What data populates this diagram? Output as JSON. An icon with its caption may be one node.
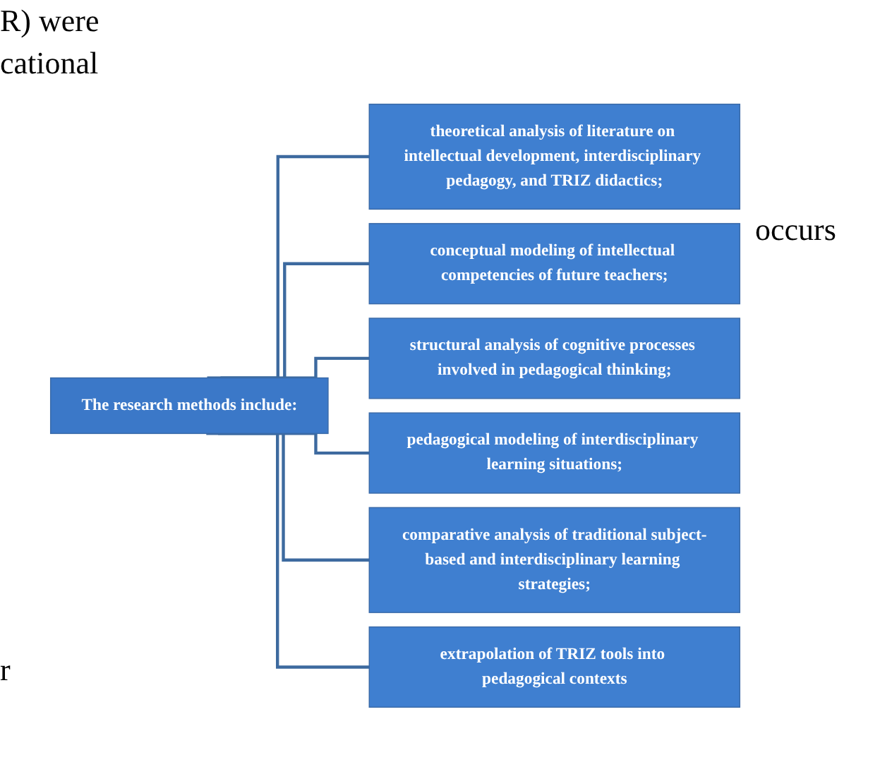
{
  "diagram": {
    "nodes": [
      {
        "text": [
          "The research methods include:"
        ]
      },
      {
        "text": [
          "theoretical analysis of literature on intellectual development, interdisciplinary pedagogy, and TRIZ didactics;"
        ]
      },
      {
        "text": [
          "conceptual modeling of intellectual competencies of future teachers;"
        ]
      },
      {
        "text": [
          "structural analysis of cognitive processes involved in pedagogical thinking;"
        ]
      },
      {
        "text": [
          "pedagogical modeling of interdisciplinary learning situations;"
        ]
      },
      {
        "text": [
          "comparative analysis of traditional subject-based and interdisciplinary learning strategies;"
        ]
      },
      {
        "text": [
          "extrapolation of TRIZ tools into pedagogical contexts"
        ]
      }
    ],
    "edges": [
      {
        "from": 0,
        "to": 1,
        "arrow": "none"
      },
      {
        "from": 0,
        "to": 2,
        "arrow": "none"
      },
      {
        "from": 0,
        "to": 3,
        "arrow": "none"
      },
      {
        "from": 0,
        "to": 4,
        "arrow": "none"
      },
      {
        "from": 0,
        "to": 5,
        "arrow": "none"
      },
      {
        "from": 0,
        "to": 6,
        "arrow": "none"
      }
    ],
    "labels": [
      "R) were",
      "cational",
      "occurs",
      "r"
    ]
  }
}
